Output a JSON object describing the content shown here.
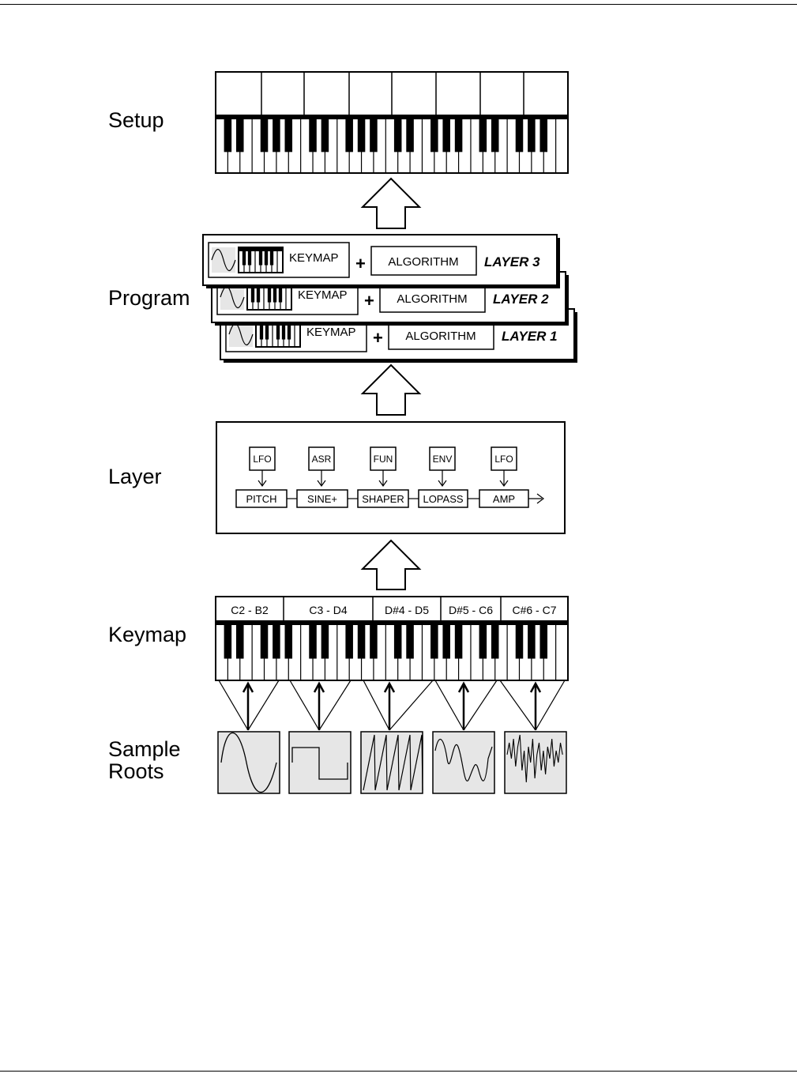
{
  "labels": {
    "setup": "Setup",
    "program": "Program",
    "layer": "Layer",
    "keymap": "Keymap",
    "sample_roots_1": "Sample",
    "sample_roots_2": "Roots"
  },
  "program": {
    "layers": [
      {
        "keymap": "KEYMAP",
        "plus": "+",
        "algorithm": "ALGORITHM",
        "name": "LAYER 3"
      },
      {
        "keymap": "KEYMAP",
        "plus": "+",
        "algorithm": "ALGORITHM",
        "name": "LAYER 2"
      },
      {
        "keymap": "KEYMAP",
        "plus": "+",
        "algorithm": "ALGORITHM",
        "name": "LAYER 1"
      }
    ]
  },
  "layer": {
    "modulators": [
      "LFO",
      "ASR",
      "FUN",
      "ENV",
      "LFO"
    ],
    "blocks": [
      "PITCH",
      "SINE+",
      "SHAPER",
      "LOPASS",
      "AMP"
    ]
  },
  "keymap": {
    "ranges": [
      "C2 - B2",
      "C3 - D4",
      "D#4 - D5",
      "D#5 - C6",
      "C#6 - C7"
    ]
  },
  "sample_roots": {
    "waveforms": [
      "sine-wave-icon",
      "square-wave-icon",
      "sawtooth-wave-icon",
      "complex-wave-icon",
      "noise-wave-icon"
    ]
  },
  "colors": {
    "line": "#000000",
    "panel": "#ffffff",
    "sample_fill": "#e6e6e6"
  }
}
